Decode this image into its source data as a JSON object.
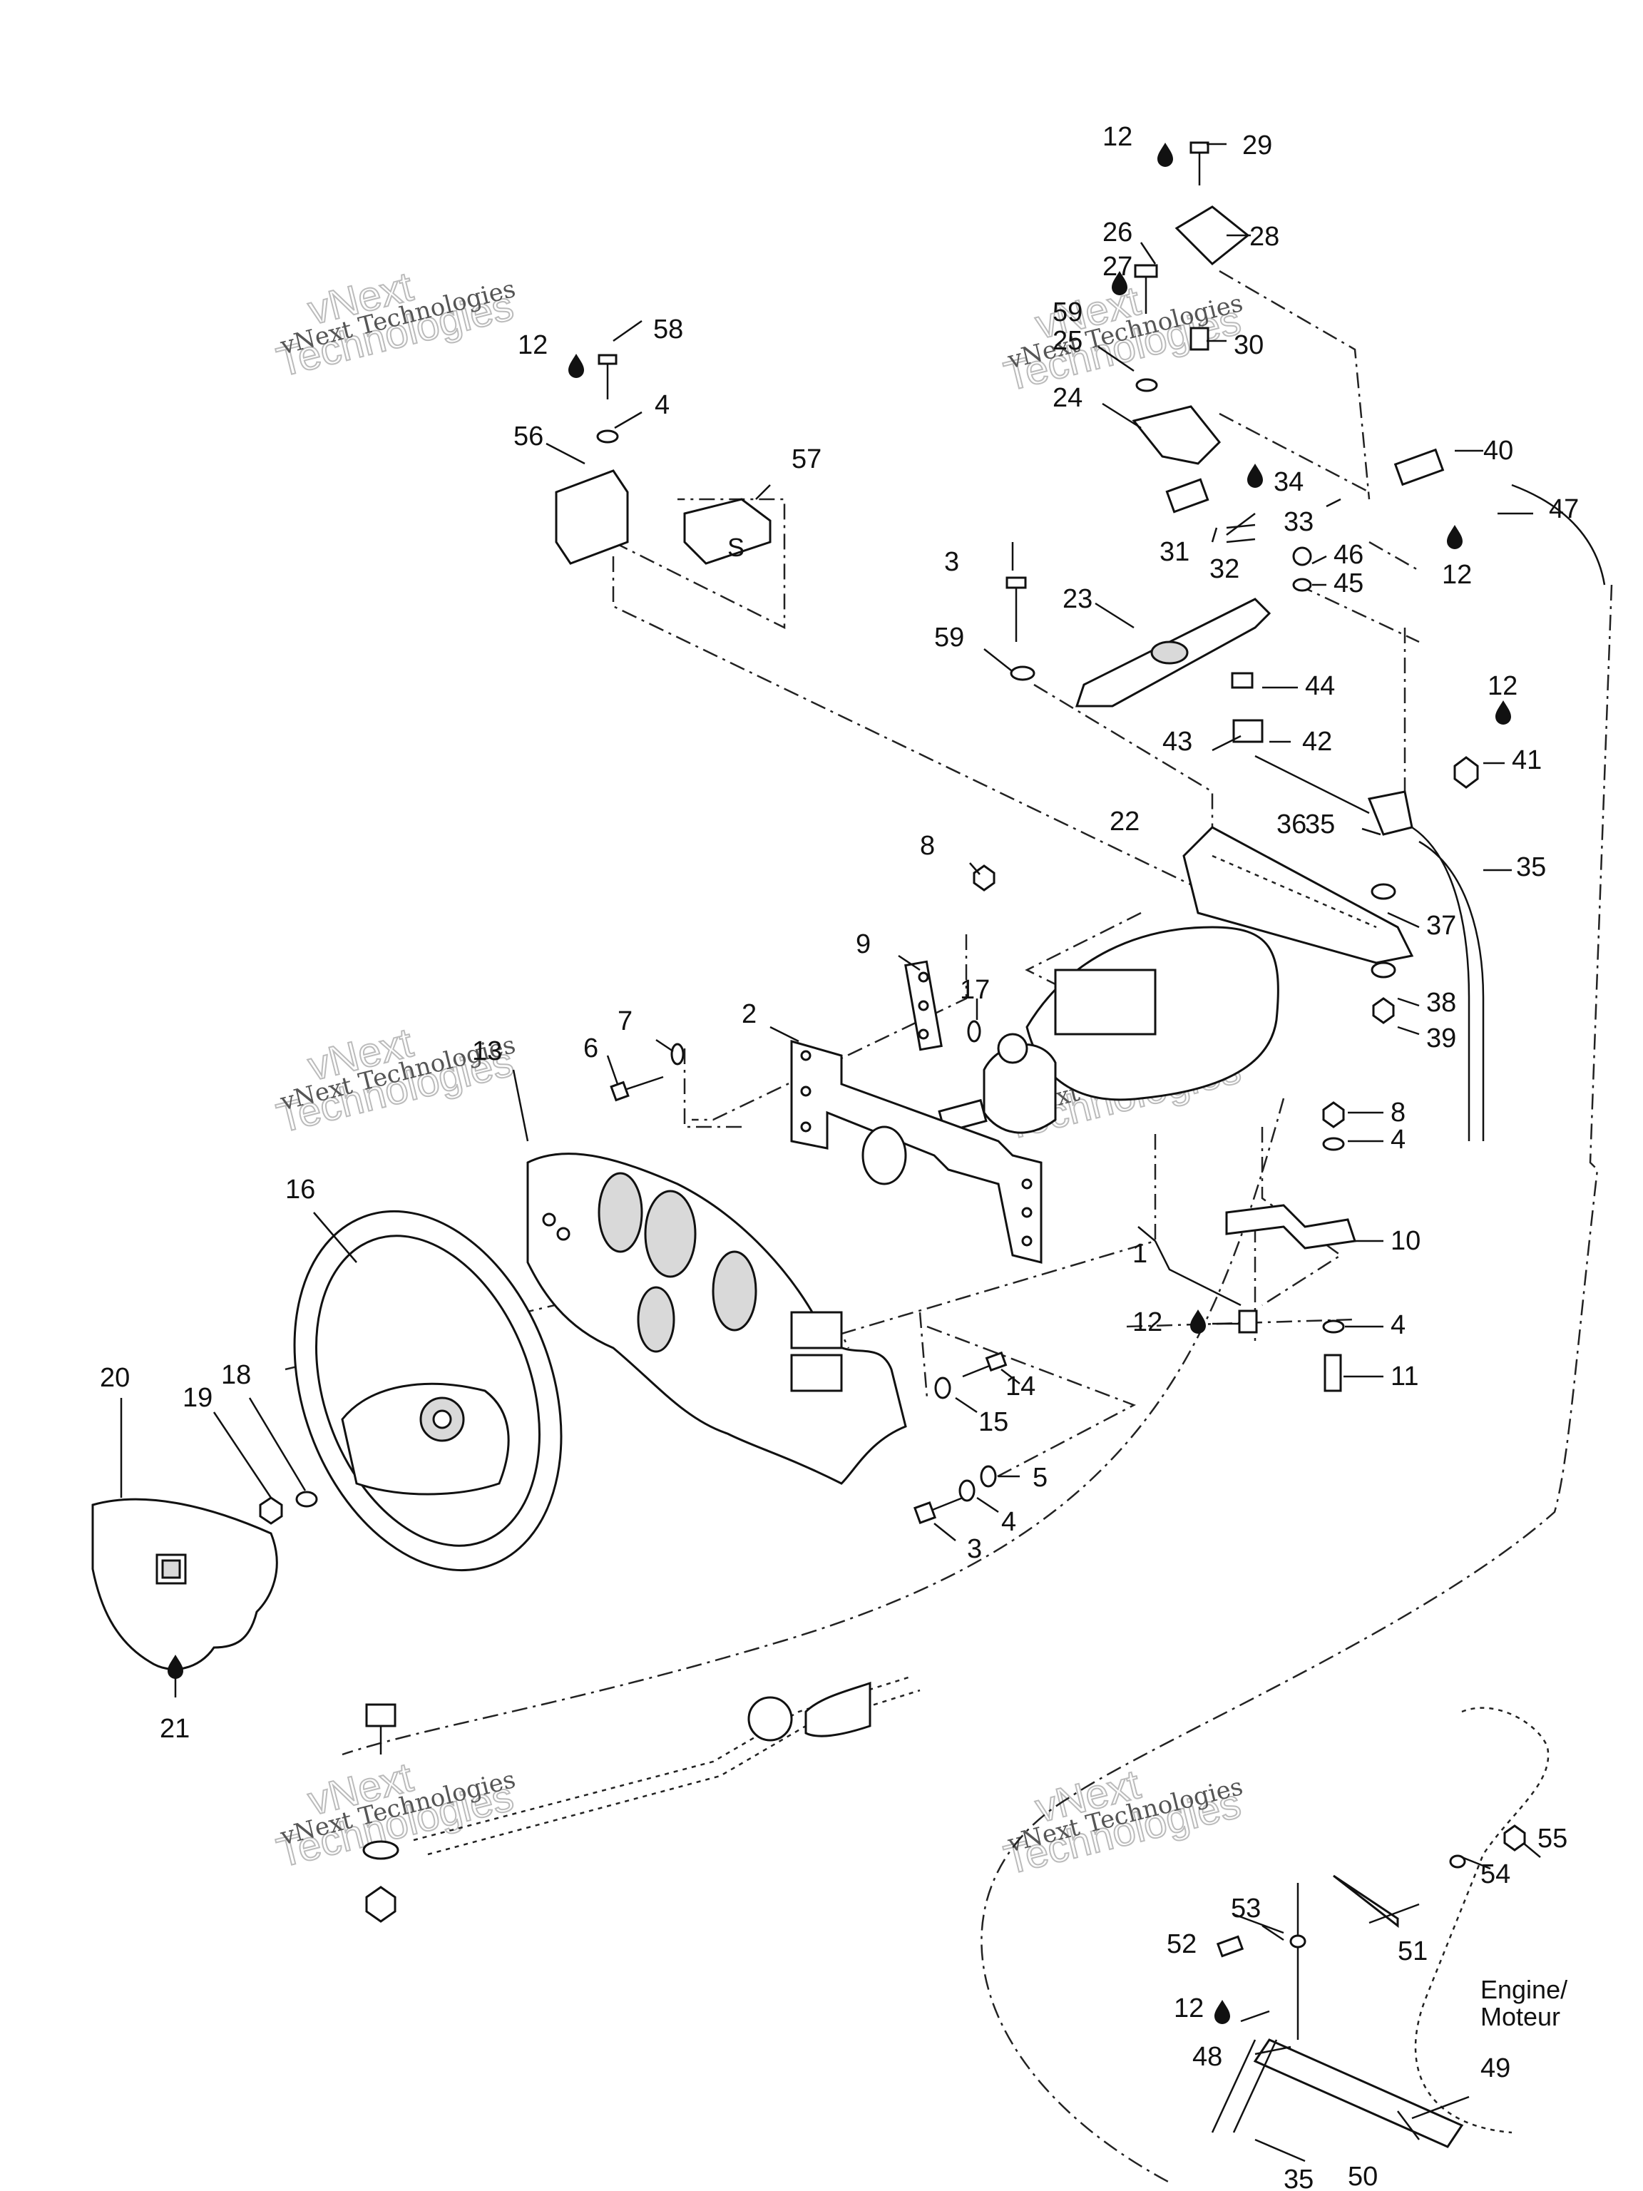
{
  "diagram": {
    "callouts": [
      "1",
      "2",
      "3",
      "4",
      "5",
      "6",
      "7",
      "8",
      "9",
      "10",
      "11",
      "12",
      "13",
      "14",
      "15",
      "16",
      "17",
      "18",
      "19",
      "20",
      "21",
      "22",
      "23",
      "24",
      "25",
      "26",
      "27",
      "28",
      "29",
      "30",
      "31",
      "32",
      "33",
      "34",
      "35",
      "36",
      "37",
      "38",
      "39",
      "40",
      "41",
      "42",
      "43",
      "44",
      "45",
      "46",
      "47",
      "48",
      "49",
      "50",
      "51",
      "52",
      "53",
      "54",
      "55",
      "56",
      "57",
      "58",
      "59"
    ],
    "engine_label_line1": "Engine/",
    "engine_label_line2": "Moteur",
    "watermark_top": "vNext",
    "watermark_bottom": "Technologies",
    "watermark_small": "vNext Technologies",
    "block_mark": "S",
    "icon": "lubricant-drop-icon"
  }
}
